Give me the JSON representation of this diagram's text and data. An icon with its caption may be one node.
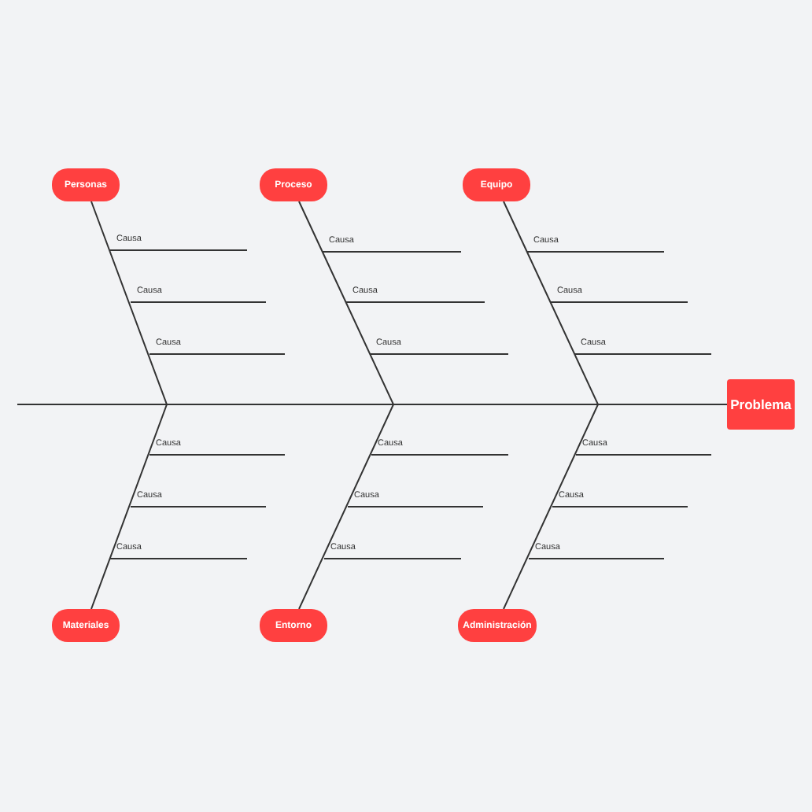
{
  "diagram": {
    "nodes": [
      {
        "text": [
          "Personas"
        ]
      },
      {
        "text": [
          "Proceso"
        ]
      },
      {
        "text": [
          "Equipo"
        ]
      },
      {
        "text": [
          "Problema"
        ]
      },
      {
        "text": [
          "Materiales"
        ]
      },
      {
        "text": [
          "Entorno"
        ]
      },
      {
        "text": [
          "Administración"
        ]
      }
    ],
    "edges": [
      {
        "from": null,
        "to": 3,
        "arrow": "none"
      },
      {
        "from": 0,
        "to": 3,
        "arrow": "none"
      },
      {
        "from": 1,
        "to": 3,
        "arrow": "none"
      },
      {
        "from": 2,
        "to": 3,
        "arrow": "none"
      },
      {
        "from": 4,
        "to": 3,
        "arrow": "none"
      },
      {
        "from": 5,
        "to": 3,
        "arrow": "none"
      },
      {
        "from": 6,
        "to": 3,
        "arrow": "none"
      }
    ],
    "labels": [
      "Causa",
      "Causa",
      "Causa",
      "Causa",
      "Causa",
      "Causa",
      "Causa",
      "Causa",
      "Causa",
      "Causa",
      "Causa",
      "Causa",
      "Causa",
      "Causa",
      "Causa",
      "Causa",
      "Causa",
      "Causa"
    ]
  }
}
